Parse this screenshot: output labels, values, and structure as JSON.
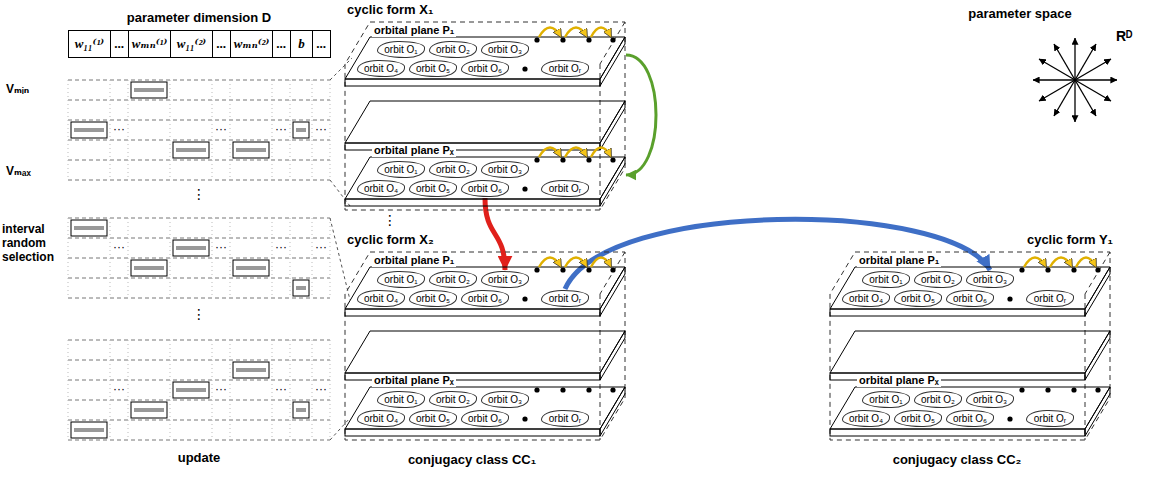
{
  "diagram": {
    "nodes": [
      {
        "text": [
          "w₁₁⁽¹⁾"
        ]
      },
      {
        "text": [
          "..."
        ]
      },
      {
        "text": [
          "wₘₙ⁽¹⁾"
        ]
      },
      {
        "text": [
          "w₁₁⁽²⁾"
        ]
      },
      {
        "text": [
          "..."
        ]
      },
      {
        "text": [
          "wₘₙ⁽²⁾"
        ]
      },
      {
        "text": [
          "..."
        ]
      },
      {
        "text": [
          "b"
        ]
      },
      {
        "text": [
          "..."
        ]
      },
      {
        "text": [
          "cyclic form X₁"
        ]
      },
      {
        "text": [
          "orbital plane P₁"
        ],
        "in": 9
      },
      {
        "text": [
          "orbit O₁"
        ],
        "in": 10
      },
      {
        "text": [
          "orbit O₂"
        ],
        "in": 10
      },
      {
        "text": [
          "orbit O₃"
        ],
        "in": 10
      },
      {
        "text": [
          "orbit O₄"
        ],
        "in": 10
      },
      {
        "text": [
          "orbit O₅"
        ],
        "in": 10
      },
      {
        "text": [
          "orbit O₆"
        ],
        "in": 10
      },
      {
        "text": [
          "orbit Oᵣ"
        ],
        "in": 10
      },
      {
        "text": [
          "orbital plane Pₓ"
        ],
        "in": 9
      },
      {
        "text": [
          "orbit O₁"
        ],
        "in": 18
      },
      {
        "text": [
          "orbit O₂"
        ],
        "in": 18
      },
      {
        "text": [
          "orbit O₃"
        ],
        "in": 18
      },
      {
        "text": [
          "orbit O₄"
        ],
        "in": 18
      },
      {
        "text": [
          "orbit O₅"
        ],
        "in": 18
      },
      {
        "text": [
          "orbit O₆"
        ],
        "in": 18
      },
      {
        "text": [
          "orbit Oᵣ"
        ],
        "in": 18
      },
      {
        "text": [
          "cyclic form X₂"
        ]
      },
      {
        "text": [
          "orbital plane P₁"
        ],
        "in": 26
      },
      {
        "text": [
          "orbit O₁"
        ],
        "in": 27
      },
      {
        "text": [
          "orbit O₂"
        ],
        "in": 27
      },
      {
        "text": [
          "orbit O₃"
        ],
        "in": 27
      },
      {
        "text": [
          "orbit O₄"
        ],
        "in": 27
      },
      {
        "text": [
          "orbit O₅"
        ],
        "in": 27
      },
      {
        "text": [
          "orbit O₆"
        ],
        "in": 27
      },
      {
        "text": [
          "orbit Oᵣ"
        ],
        "in": 27
      },
      {
        "text": [
          "orbital plane Pₓ"
        ],
        "in": 26
      },
      {
        "text": [
          "orbit O₁"
        ],
        "in": 35
      },
      {
        "text": [
          "orbit O₂"
        ],
        "in": 35
      },
      {
        "text": [
          "orbit O₃"
        ],
        "in": 35
      },
      {
        "text": [
          "orbit O₄"
        ],
        "in": 35
      },
      {
        "text": [
          "orbit O₅"
        ],
        "in": 35
      },
      {
        "text": [
          "orbit O₆"
        ],
        "in": 35
      },
      {
        "text": [
          "orbit Oᵣ"
        ],
        "in": 35
      },
      {
        "text": [
          "cyclic form Y₁"
        ]
      },
      {
        "text": [
          "orbital plane P₁"
        ],
        "in": 43
      },
      {
        "text": [
          "orbit O₁"
        ],
        "in": 44
      },
      {
        "text": [
          "orbit O₂"
        ],
        "in": 44
      },
      {
        "text": [
          "orbit O₃"
        ],
        "in": 44
      },
      {
        "text": [
          "orbit O₄"
        ],
        "in": 44
      },
      {
        "text": [
          "orbit O₅"
        ],
        "in": 44
      },
      {
        "text": [
          "orbit O₆"
        ],
        "in": 44
      },
      {
        "text": [
          "orbit Oᵣ"
        ],
        "in": 44
      },
      {
        "text": [
          "orbital plane Pₓ"
        ],
        "in": 43
      },
      {
        "text": [
          "orbit O₁"
        ],
        "in": 52
      },
      {
        "text": [
          "orbit O₂"
        ],
        "in": 52
      },
      {
        "text": [
          "orbit O₃"
        ],
        "in": 52
      },
      {
        "text": [
          "orbit O₄"
        ],
        "in": 52
      },
      {
        "text": [
          "orbit O₅"
        ],
        "in": 52
      },
      {
        "text": [
          "orbit O₆"
        ],
        "in": 52
      },
      {
        "text": [
          "orbit Oᵣ"
        ],
        "in": 52
      }
    ],
    "edges": [
      {
        "from": 10,
        "to": 18,
        "arrow": "to"
      },
      {
        "from": 24,
        "to": 30,
        "arrow": "to"
      },
      {
        "from": 34,
        "to": 47,
        "arrow": "to"
      }
    ],
    "labels": [
      "parameter dimension D",
      "Vₘᵢₙ",
      "Vₘₐₓ",
      "···",
      "···",
      "···",
      "···",
      "⋮",
      "interval random selection",
      "···",
      "···",
      "···",
      "···",
      "⋮",
      "···",
      "···",
      "···",
      "···",
      "update",
      "⋮",
      "conjugacy class CC₁",
      "conjugacy class CC₂",
      "parameter space",
      "Rᴰ"
    ]
  }
}
